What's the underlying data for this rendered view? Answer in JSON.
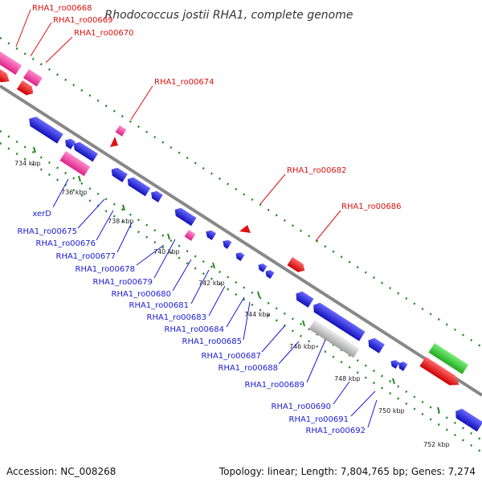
{
  "title": "Rhodococcus jostii RHA1, complete genome",
  "footer": {
    "accession": "Accession: NC_008268",
    "summary": "Topology: linear; Length: 7,804,765 bp; Genes: 7,274"
  },
  "colors": {
    "forward_cds": "#dd1111",
    "reverse_cds": "#1a1ad8",
    "forward_gene": "#ee3399",
    "reverse_other": "#bbbbbb",
    "rna": "#33cc33",
    "backbone": "#888888",
    "tick": "#228822",
    "label_top": "#dd1111",
    "label_bottom": "#1a1ad8"
  },
  "scale": {
    "unit": "kbp",
    "ticks": [
      {
        "kbp": 734,
        "label": "734 kbp"
      },
      {
        "kbp": 736,
        "label": "736 kbp"
      },
      {
        "kbp": 738,
        "label": "738 kbp"
      },
      {
        "kbp": 740,
        "label": "740 kbp"
      },
      {
        "kbp": 742,
        "label": "742 kbp"
      },
      {
        "kbp": 744,
        "label": "744 kbp"
      },
      {
        "kbp": 746,
        "label": "746 kbp"
      },
      {
        "kbp": 748,
        "label": "748 kbp"
      },
      {
        "kbp": 750,
        "label": "750 kbp"
      },
      {
        "kbp": 752,
        "label": "752 kbp"
      }
    ]
  },
  "labels_top": [
    "RHA1_ro00668",
    "RHA1_ro00669",
    "RHA1_ro00670",
    "RHA1_ro00674",
    "RHA1_ro00682",
    "RHA1_ro00686"
  ],
  "labels_bottom": [
    "xerD",
    "RHA1_ro00675",
    "RHA1_ro00676",
    "RHA1_ro00677",
    "RHA1_ro00678",
    "RHA1_ro00679",
    "RHA1_ro00680",
    "RHA1_ro00681",
    "RHA1_ro00683",
    "RHA1_ro00684",
    "RHA1_ro00685",
    "RHA1_ro00687",
    "RHA1_ro00688",
    "RHA1_ro00689",
    "RHA1_ro00690",
    "RHA1_ro00691",
    "RHA1_ro00692"
  ]
}
